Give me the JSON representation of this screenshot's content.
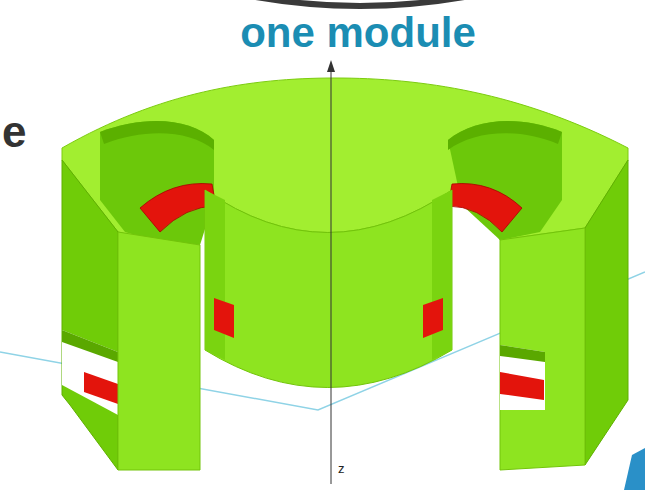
{
  "diagram": {
    "title": "one module",
    "labels": [
      "z",
      "e"
    ]
  }
}
